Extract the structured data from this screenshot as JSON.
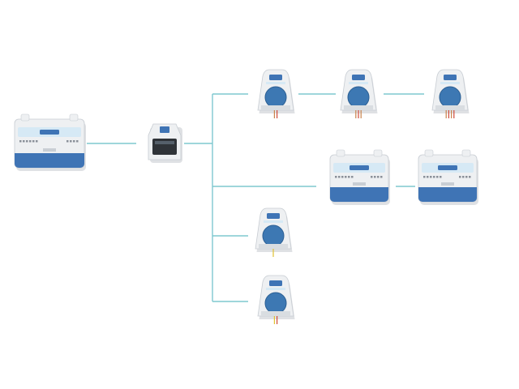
{
  "diagram": {
    "colors": {
      "connector": "#7fc8cf",
      "device_shell": "#eef0f2",
      "device_shadow": "#bfc4ca",
      "device_accent": "#3f74b5",
      "device_band": "#d6e9f5",
      "meter_dial": "#3d78b3",
      "wire_copper": "#c9824b",
      "wire_red": "#d04a3a",
      "wire_yellow": "#e0c232",
      "screen_dark": "#2f3338"
    },
    "nodes": [
      {
        "id": "controller",
        "kind": "wide-hub",
        "icon": "controller-unit-icon"
      },
      {
        "id": "gateway",
        "kind": "small-module",
        "icon": "gateway-module-icon"
      },
      {
        "id": "meter-row1-a",
        "kind": "meter",
        "icon": "dial-meter-icon",
        "wires": 2
      },
      {
        "id": "meter-row1-b",
        "kind": "meter",
        "icon": "dial-meter-icon",
        "wires": 3
      },
      {
        "id": "meter-row1-c",
        "kind": "meter",
        "icon": "dial-meter-icon",
        "wires": 4
      },
      {
        "id": "hub-row2-a",
        "kind": "wide-hub",
        "icon": "io-hub-icon"
      },
      {
        "id": "hub-row2-b",
        "kind": "wide-hub",
        "icon": "io-hub-icon"
      },
      {
        "id": "meter-row3",
        "kind": "meter",
        "icon": "dial-meter-icon",
        "wires": 1
      },
      {
        "id": "meter-row4",
        "kind": "meter",
        "icon": "dial-meter-icon",
        "wires": 2
      }
    ],
    "edges": [
      [
        "controller",
        "gateway"
      ],
      [
        "gateway",
        "bus"
      ],
      [
        "bus",
        "meter-row1-a"
      ],
      [
        "meter-row1-a",
        "meter-row1-b"
      ],
      [
        "meter-row1-b",
        "meter-row1-c"
      ],
      [
        "bus",
        "hub-row2-a"
      ],
      [
        "hub-row2-a",
        "hub-row2-b"
      ],
      [
        "bus",
        "meter-row3"
      ],
      [
        "bus",
        "meter-row4"
      ]
    ]
  }
}
